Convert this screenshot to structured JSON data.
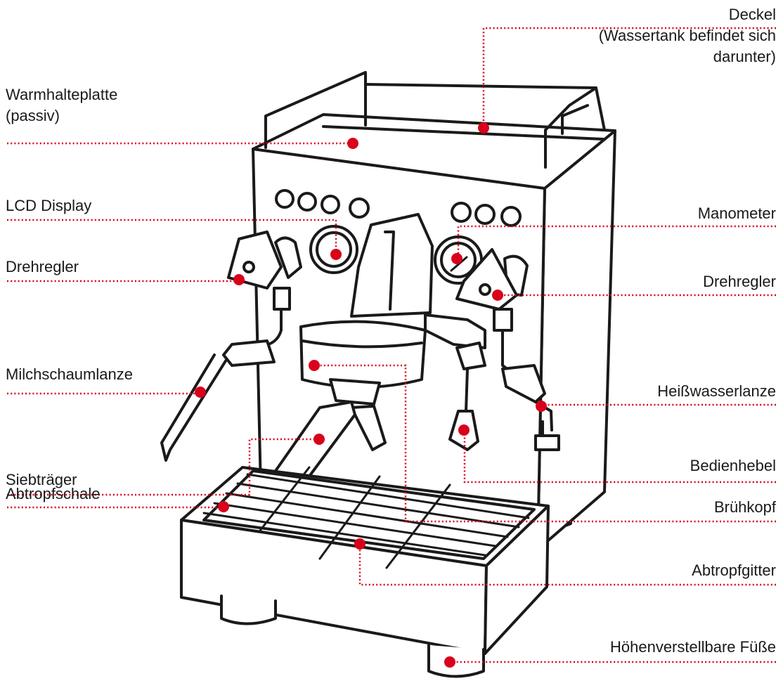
{
  "accent_color": "#d9001b",
  "labels": {
    "deckel": {
      "line1": "Deckel",
      "line2": "(Wassertank befindet sich",
      "line3": "darunter)"
    },
    "warmhalteplatte": {
      "line1": "Warmhalteplatte",
      "line2": "(passiv)"
    },
    "lcd_display": "LCD Display",
    "manometer": "Manometer",
    "drehregler_left": "Drehregler",
    "drehregler_right": "Drehregler",
    "milchschaumlanze": "Milchschaumlanze",
    "heisswasserlanze": "Heißwasserlanze",
    "bedienhebel": "Bedienhebel",
    "siebtraeger": "Siebträger",
    "bruehkopf": "Brühkopf",
    "abtropfschale": "Abtropfschale",
    "abtropfgitter": "Abtropfgitter",
    "fuesse": "Höhenverstellbare Füße"
  }
}
